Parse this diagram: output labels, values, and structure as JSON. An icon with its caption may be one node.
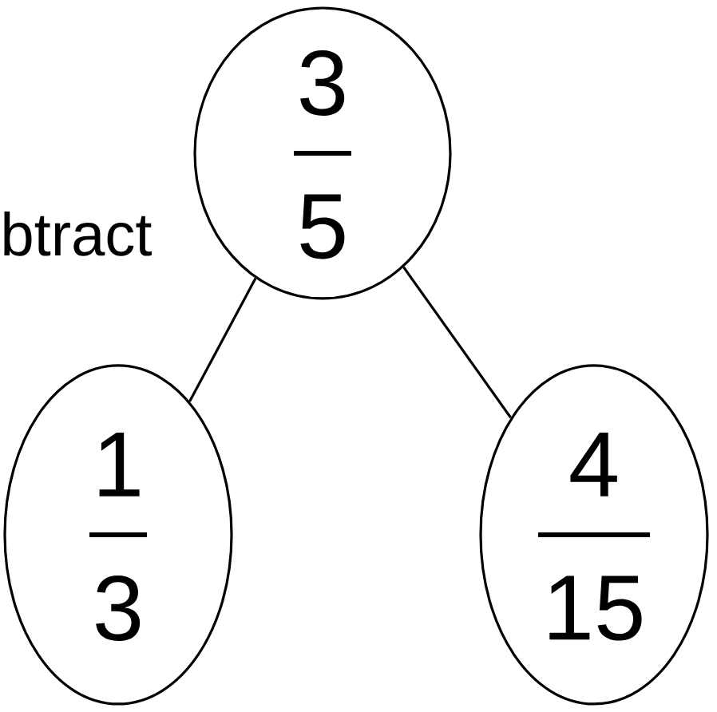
{
  "diagram": {
    "nodes": [
      {
        "text": [
          "3",
          "5"
        ]
      },
      {
        "text": [
          "1",
          "3"
        ]
      },
      {
        "text": [
          "4",
          "15"
        ]
      }
    ],
    "edges": [
      {
        "from": 0,
        "to": 1,
        "arrow": "none"
      },
      {
        "from": 0,
        "to": 2,
        "arrow": "none"
      }
    ],
    "labels": [
      "btract"
    ]
  }
}
